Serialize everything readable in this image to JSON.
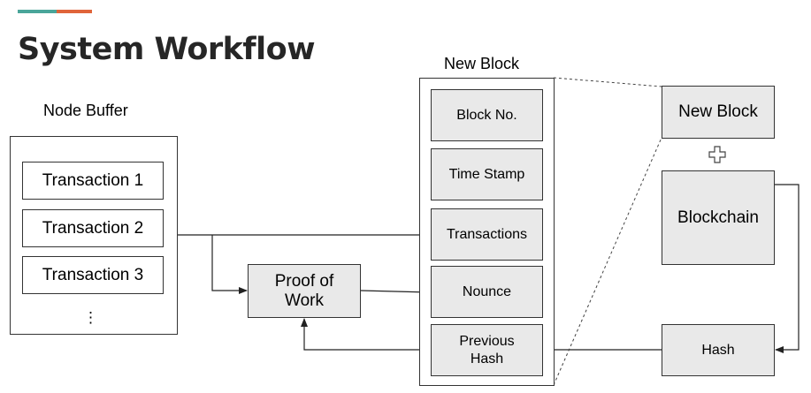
{
  "title": "System Workflow",
  "colors": {
    "accent_teal": "#4aa59a",
    "accent_orange": "#e0643a",
    "box_fill": "#e9e9e9"
  },
  "node_buffer": {
    "label": "Node Buffer",
    "transactions": [
      "Transaction 1",
      "Transaction 2",
      "Transaction 3"
    ],
    "ellipsis": "⋮"
  },
  "proof_of_work": "Proof of\nWork",
  "new_block": {
    "label": "New Block",
    "fields": [
      "Block No.",
      "Time Stamp",
      "Transactions",
      "Nounce",
      "Previous\nHash"
    ]
  },
  "right": {
    "new_block": "New Block",
    "plus_icon": "plus-icon",
    "blockchain": "Blockchain",
    "hash": "Hash"
  }
}
